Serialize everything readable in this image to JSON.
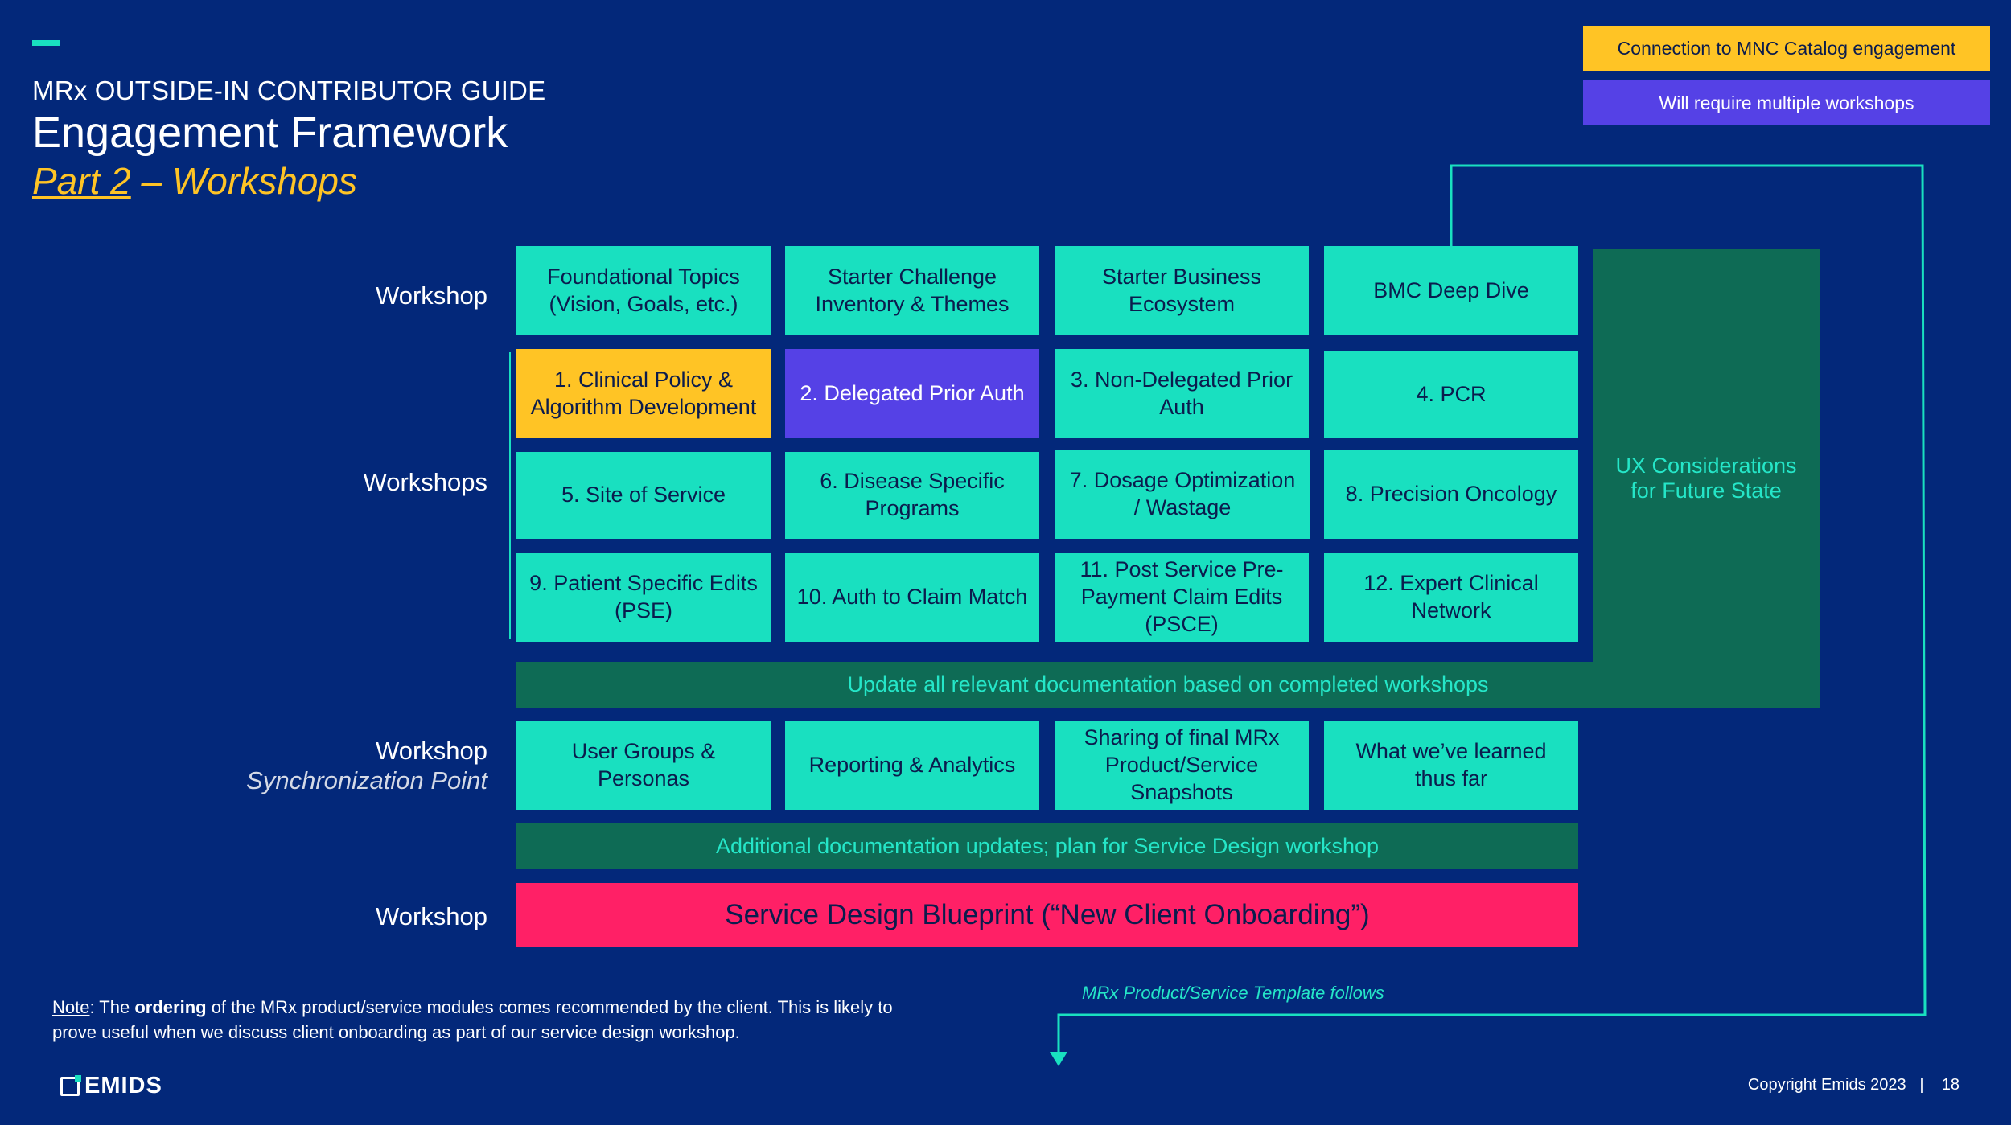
{
  "header": {
    "kicker": "MRx OUTSIDE-IN CONTRIBUTOR GUIDE",
    "title": "Engagement Framework",
    "subtitle_part": "Part 2",
    "subtitle_rest": " – Workshops"
  },
  "legend": {
    "yellow_label": "Connection to MNC Catalog engagement",
    "purple_label": "Will require multiple workshops"
  },
  "row_labels": {
    "workshop1": "Workshop",
    "workshops": "Workshops",
    "workshop3": "Workshop",
    "sync": "Synchronization Point",
    "workshop4": "Workshop"
  },
  "row1": [
    "Foundational Topics (Vision, Goals, etc.)",
    "Starter Challenge Inventory & Themes",
    "Starter Business Ecosystem",
    "BMC Deep Dive"
  ],
  "modules": [
    "1. Clinical Policy & Algorithm Development",
    "2. Delegated Prior Auth",
    "3. Non-Delegated Prior Auth",
    "4. PCR",
    "5. Site of Service",
    "6. Disease Specific Programs",
    "7. Dosage Optimization / Wastage",
    "8. Precision Oncology",
    "9. Patient Specific Edits (PSE)",
    "10. Auth to Claim Match",
    "11. Post Service Pre-Payment Claim Edits (PSCE)",
    "12. Expert Clinical Network"
  ],
  "ux_panel": "UX Considerations for Future State",
  "update_bar": "Update all relevant documentation based on completed workshops",
  "sync_row": [
    "User Groups & Personas",
    "Reporting & Analytics",
    "Sharing of final MRx Product/Service Snapshots",
    "What we’ve learned thus far"
  ],
  "additional_bar": "Additional documentation updates; plan for Service Design workshop",
  "blueprint": "Service Design Blueprint (“New Client Onboarding”)",
  "template_note": "MRx Product/Service Template follows",
  "note": {
    "label": "Note",
    "text_a": ": The ",
    "bold": "ordering",
    "text_b": " of the MRx product/service modules comes recommended by the client. This is likely to prove useful when we discuss client onboarding as part of our service design workshop."
  },
  "footer": {
    "logo": "EMIDS",
    "copyright": "Copyright Emids 2023   |    18"
  },
  "colors": {
    "background": "#03287a",
    "teal": "#19e0c0",
    "yellow": "#ffc425",
    "purple": "#5541e6",
    "green": "#0e6b55",
    "pink": "#ff2066"
  }
}
